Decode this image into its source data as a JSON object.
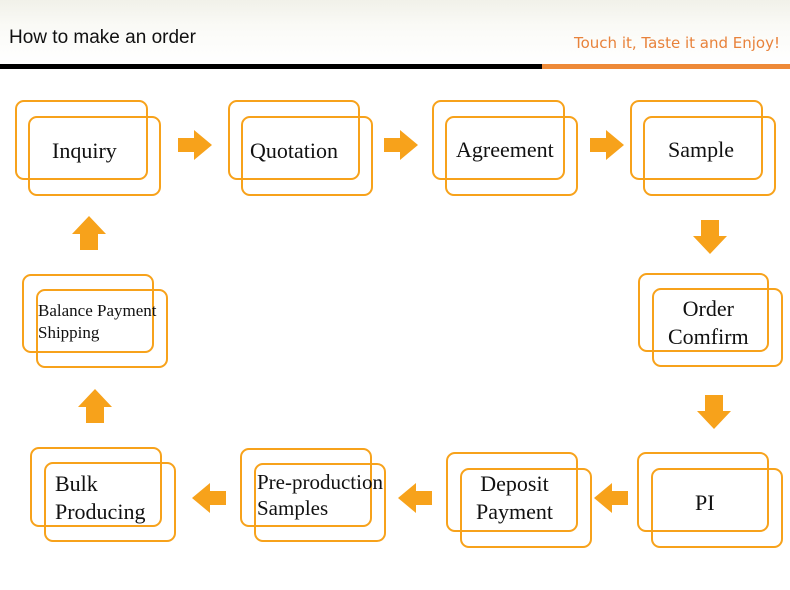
{
  "header": {
    "title": "How to make an order",
    "tagline": "Touch it, Taste it and Enjoy!"
  },
  "colors": {
    "box_border": "#f7a21b",
    "arrow": "#f7a21b",
    "rule_dark": "#000000",
    "rule_accent": "#ee8a38",
    "tagline": "#e8823b"
  },
  "steps": [
    {
      "label": "Inquiry"
    },
    {
      "label": "Quotation"
    },
    {
      "label": "Agreement"
    },
    {
      "label": "Sample"
    },
    {
      "label": "Order\nComfirm"
    },
    {
      "label": "PI"
    },
    {
      "label": "Deposit\nPayment"
    },
    {
      "label": "Pre-production\nSamples"
    },
    {
      "label": "Bulk\nProducing"
    },
    {
      "label": "Balance Payment\nShipping"
    }
  ],
  "arrows": [
    {
      "direction": "right"
    },
    {
      "direction": "right"
    },
    {
      "direction": "right"
    },
    {
      "direction": "down"
    },
    {
      "direction": "down"
    },
    {
      "direction": "left"
    },
    {
      "direction": "left"
    },
    {
      "direction": "left"
    },
    {
      "direction": "up"
    },
    {
      "direction": "up"
    }
  ]
}
